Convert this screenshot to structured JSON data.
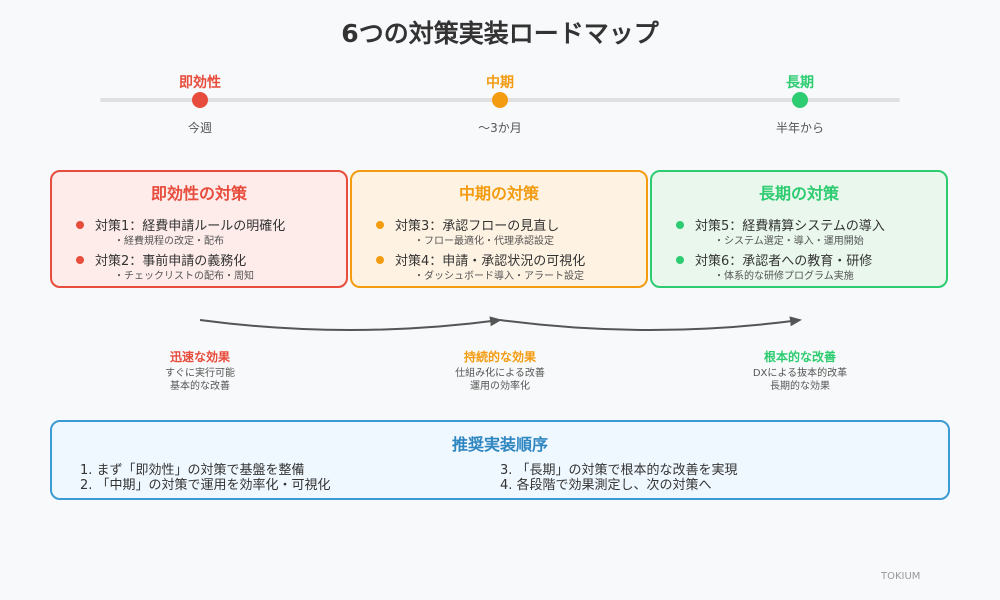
{
  "title": "6つの対策実装ロードマップ",
  "colors": {
    "short": "#e74c3c",
    "mid": "#f39c12",
    "long": "#2ecc71",
    "blue": "#3c9ad4"
  },
  "timeline": [
    {
      "label": "即効性",
      "sub": "今週"
    },
    {
      "label": "中期",
      "sub": "～3か月"
    },
    {
      "label": "長期",
      "sub": "半年から"
    }
  ],
  "boxes": [
    {
      "title": "即効性の対策",
      "items": [
        {
          "text": "対策1：経費申請ルールの明確化",
          "detail": "・経費規程の改定・配布"
        },
        {
          "text": "対策2：事前申請の義務化",
          "detail": "・チェックリストの配布・周知"
        }
      ]
    },
    {
      "title": "中期の対策",
      "items": [
        {
          "text": "対策3：承認フローの見直し",
          "detail": "・フロー最適化・代理承認設定"
        },
        {
          "text": "対策4：申請・承認状況の可視化",
          "detail": "・ダッシュボード導入・アラート設定"
        }
      ]
    },
    {
      "title": "長期の対策",
      "items": [
        {
          "text": "対策5：経費精算システムの導入",
          "detail": "・システム選定・導入・運用開始"
        },
        {
          "text": "対策6：承認者への教育・研修",
          "detail": "・体系的な研修プログラム実施"
        }
      ]
    }
  ],
  "effects": [
    {
      "title": "迅速な効果",
      "lines": [
        "すぐに実行可能",
        "基本的な改善"
      ]
    },
    {
      "title": "持続的な効果",
      "lines": [
        "仕組み化による改善",
        "運用の効率化"
      ]
    },
    {
      "title": "根本的な改善",
      "lines": [
        "DXによる抜本的改革",
        "長期的な効果"
      ]
    }
  ],
  "recommendation": {
    "title": "推奨実装順序",
    "steps": [
      "1. まず「即効性」の対策で基盤を整備",
      "2. 「中期」の対策で運用を効率化・可視化",
      "3. 「長期」の対策で根本的な改善を実現",
      "4. 各段階で効果測定し、次の対策へ"
    ]
  },
  "brand": "TOKIUM"
}
